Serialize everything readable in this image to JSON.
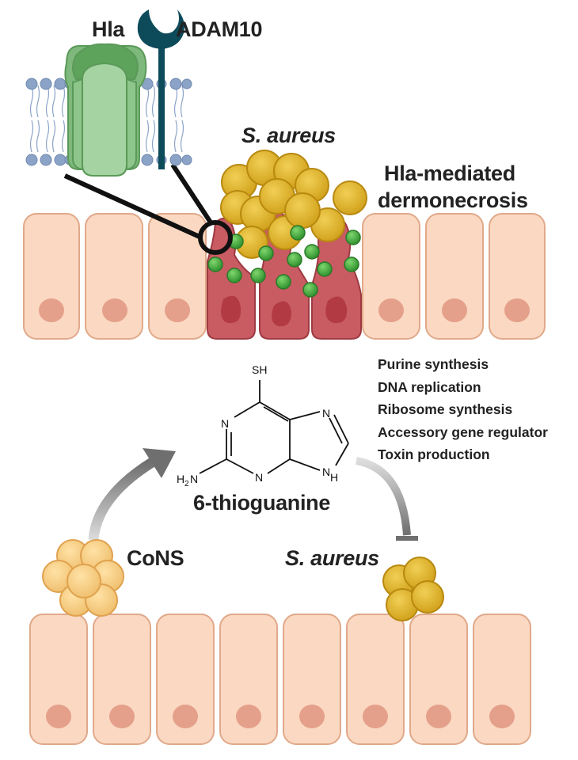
{
  "labels": {
    "hla": "Hla",
    "adam10": "ADAM10",
    "s_aureus_top": "S. aureus",
    "dermonecrosis_line1": "Hla-mediated",
    "dermonecrosis_line2": "dermonecrosis",
    "compound": "6-thioguanine",
    "cons": "CoNS",
    "s_aureus_bottom": "S. aureus"
  },
  "molecule": {
    "sh": "SH",
    "n1": "N",
    "n3": "N",
    "n7": "N",
    "n9": "N",
    "nh9": "H",
    "h2n": "H",
    "h2n_sub": "2",
    "h2n_n": "N"
  },
  "effects": [
    "Purine synthesis",
    "DNA replication",
    "Ribosome synthesis",
    "Accessory gene regulator",
    "Toxin production"
  ],
  "colors": {
    "healthy_cell_fill": "#fbd8c2",
    "healthy_cell_stroke": "#e0a98a",
    "healthy_nucleus": "#e4a08a",
    "necrotic_cell_fill": "#c95b63",
    "necrotic_cell_stroke": "#9e3a42",
    "necrotic_nucleus": "#b23b43",
    "s_aureus": "#dcb22a",
    "cons": "#f5c97e",
    "toxin": "#55b84a",
    "hla_pore": "#8cc58a",
    "adam10": "#0e4b5a",
    "lipid_head": "#8ba3c7",
    "arrow": "#777777"
  }
}
